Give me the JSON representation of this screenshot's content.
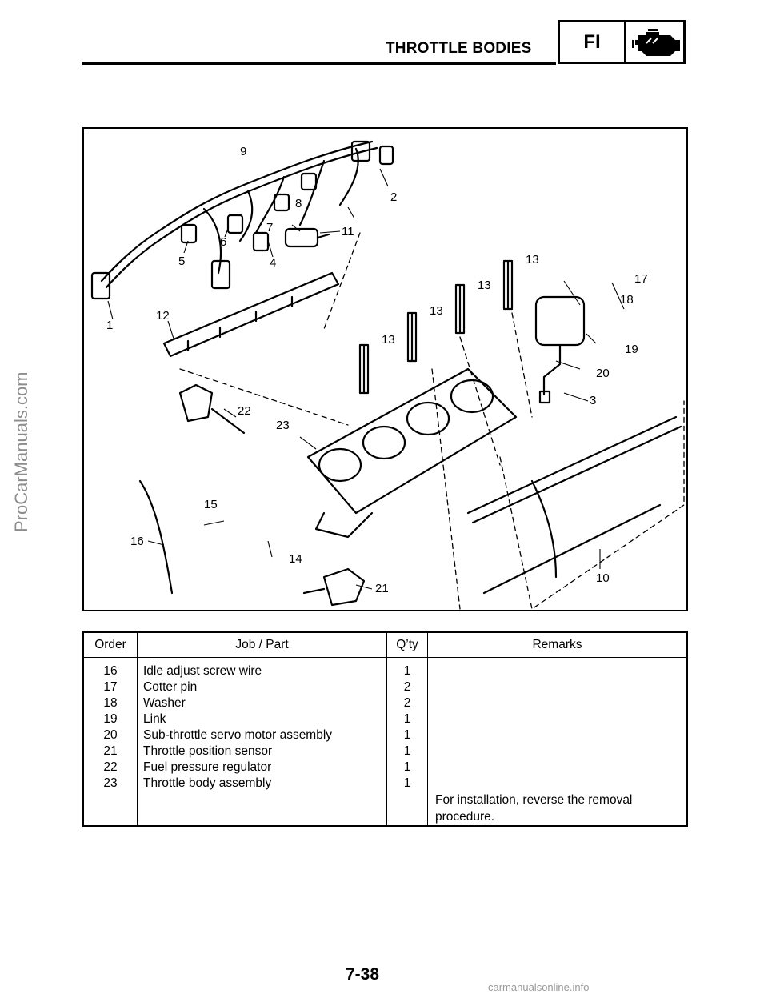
{
  "header": {
    "title": "THROTTLE BODIES",
    "section_code": "FI",
    "section_icon": "engine-icon"
  },
  "side_watermark": "ProCarManuals.com",
  "diagram": {
    "callouts": [
      "1",
      "2",
      "3",
      "4",
      "5",
      "6",
      "7",
      "8",
      "9",
      "10",
      "11",
      "12",
      "13",
      "13",
      "13",
      "13",
      "13",
      "14",
      "15",
      "16",
      "17",
      "18",
      "19",
      "20",
      "21",
      "22",
      "23"
    ]
  },
  "table": {
    "headers": {
      "order": "Order",
      "job": "Job / Part",
      "qty": "Q’ty",
      "remarks": "Remarks"
    },
    "rows": [
      {
        "order": "16",
        "job": "Idle adjust screw wire",
        "qty": "1"
      },
      {
        "order": "17",
        "job": "Cotter pin",
        "qty": "2"
      },
      {
        "order": "18",
        "job": "Washer",
        "qty": "2"
      },
      {
        "order": "19",
        "job": "Link",
        "qty": "1"
      },
      {
        "order": "20",
        "job": "Sub-throttle servo motor assembly",
        "qty": "1"
      },
      {
        "order": "21",
        "job": "Throttle position sensor",
        "qty": "1"
      },
      {
        "order": "22",
        "job": "Fuel pressure regulator",
        "qty": "1"
      },
      {
        "order": "23",
        "job": "Throttle body assembly",
        "qty": "1"
      }
    ],
    "remarks": "For installation, reverse the removal procedure."
  },
  "page_number": "7-38",
  "bottom_watermark": "carmanualsonline.info"
}
